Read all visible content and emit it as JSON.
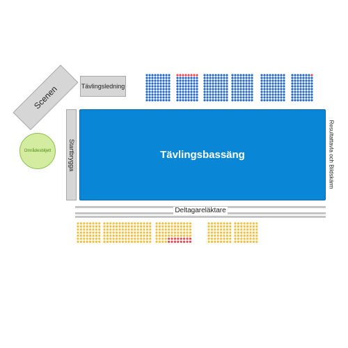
{
  "map": {
    "stage_label": "Scenen",
    "competition_office_label": "Tävlingsledning",
    "start_platform_label": "Startbrygga",
    "pool_label": "Tävlingsbassäng",
    "scoreboard_label": "Resultattavla och Bildskärm",
    "area_ticket_label": "Områdesbiljett",
    "athlete_stand_label": "Deltagareläktare"
  },
  "colors": {
    "available_north": "#2266cc",
    "available_south": "#f4be3e",
    "unavailable": "#e8484e",
    "pool": "#0a86d6",
    "area_ticket": "#d3ec9f"
  },
  "seating": {
    "north_rows": 10,
    "south_rows": 7,
    "north_sections": [
      {
        "id": "N1",
        "seats_per_row": 9
      },
      {
        "id": "N2",
        "seats_per_row": 8
      },
      {
        "id": "N3",
        "seats_per_row": 9
      },
      {
        "id": "N4",
        "seats_per_row": 8
      },
      {
        "id": "N5",
        "seats_per_row": 9
      },
      {
        "id": "N6",
        "seats_per_row": 8
      }
    ],
    "south_sections": [
      {
        "id": "S1",
        "seats_per_row": 8
      },
      {
        "id": "S2",
        "seats_per_row": 8
      },
      {
        "id": "S3",
        "seats_per_row": 8
      },
      {
        "id": "S4",
        "seats_per_row": 12
      },
      {
        "id": "S5",
        "seats_per_row": 8
      },
      {
        "id": "S6",
        "seats_per_row": 8
      }
    ]
  }
}
